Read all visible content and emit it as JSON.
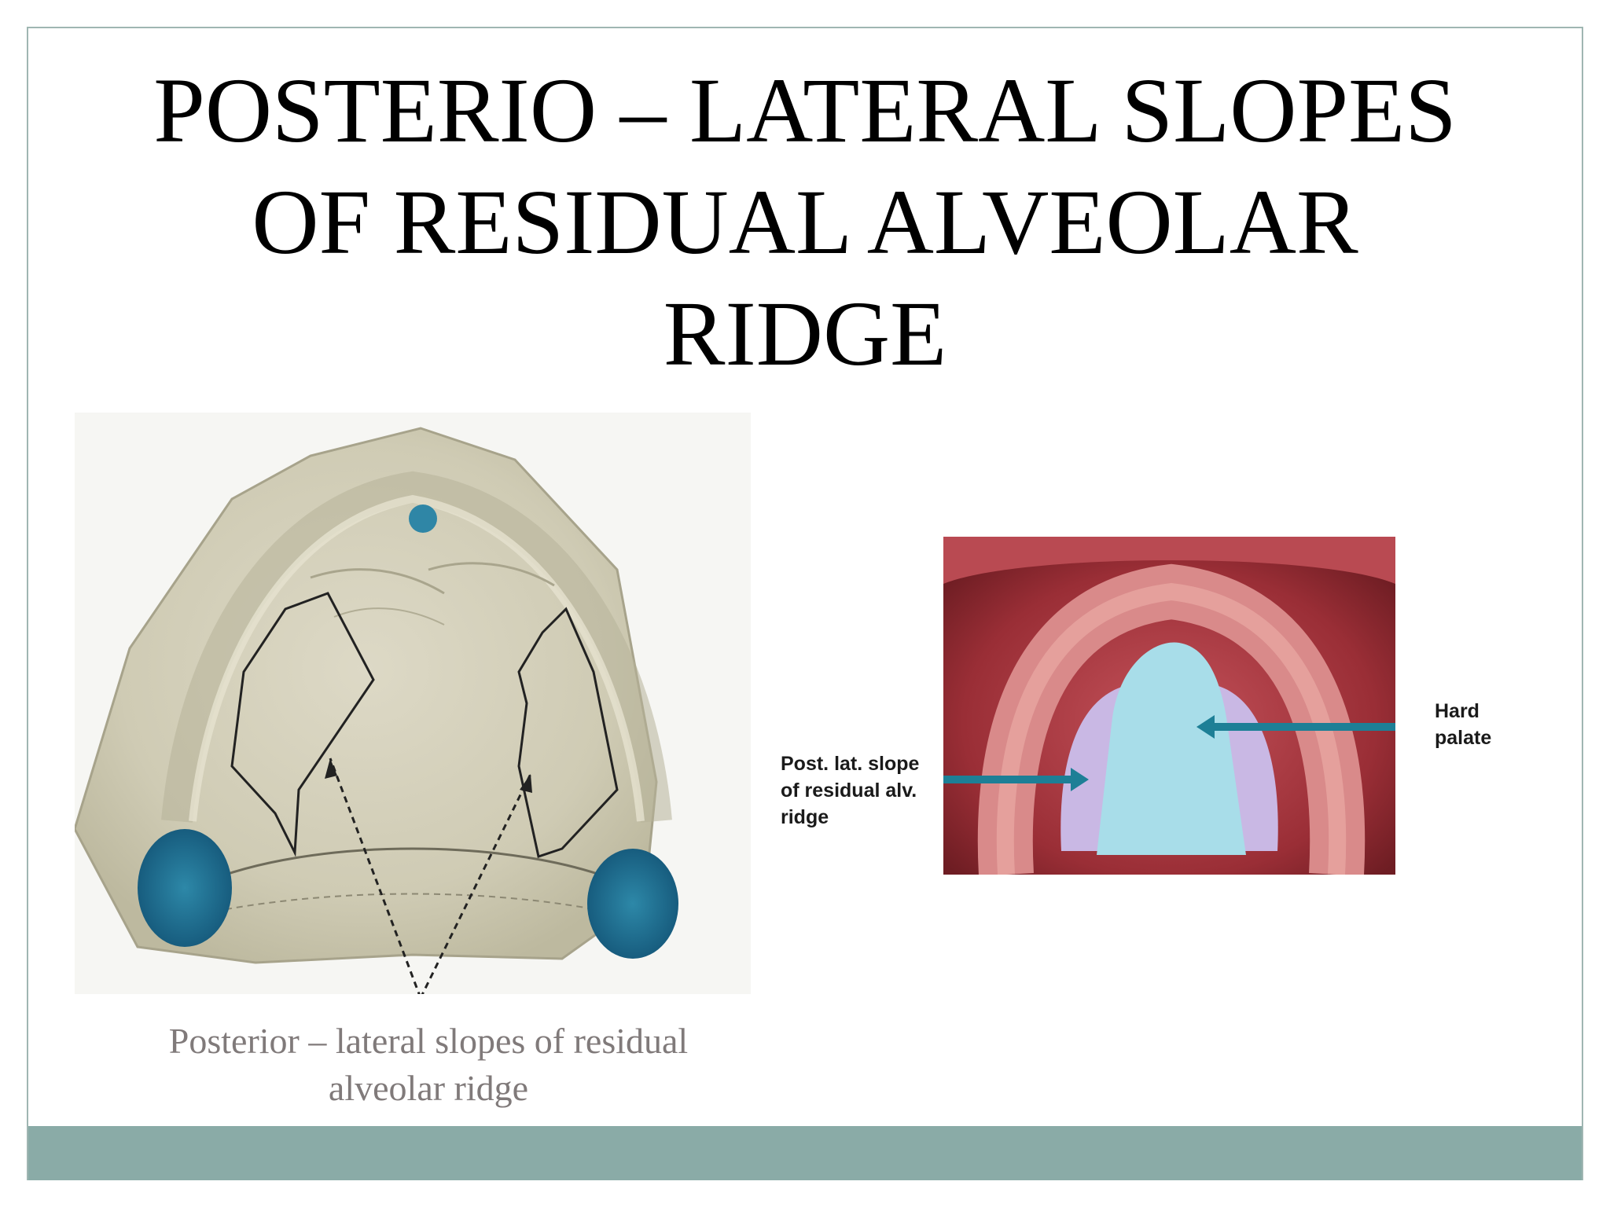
{
  "slide": {
    "title_lines": [
      "POSTERIO – LATERAL SLOPES",
      "OF RESIDUAL ALVEOLAR",
      "RIDGE"
    ],
    "left_figure": {
      "caption_lines": [
        "Posterior – lateral slopes of residual",
        "alveolar ridge"
      ]
    },
    "right_figure": {
      "label_left_lines": [
        "Post. lat.  slope",
        "of residual alv.",
        "ridge"
      ],
      "label_right_lines": [
        "Hard",
        "palate"
      ]
    }
  },
  "colors": {
    "footer": "#8aaba7",
    "frame": "#9fb6b2",
    "caption_text": "#807a7a",
    "arrow": "#1d7f96",
    "hard_palate": "#a8dde9",
    "slope_region": "#c9b8e4"
  }
}
